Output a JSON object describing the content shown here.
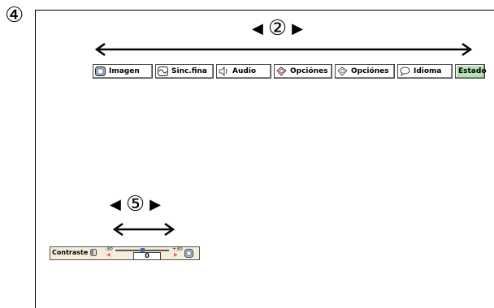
{
  "step_marker": "④",
  "menu_nav": {
    "left": "◀",
    "number": "②",
    "right": "▶"
  },
  "slider_nav": {
    "left": "◀",
    "number": "⑤",
    "right": "▶"
  },
  "menu_tabs": [
    {
      "label": "Imagen",
      "icon": "picture-icon"
    },
    {
      "label": "Sinc.fina",
      "icon": "sync-wave-icon"
    },
    {
      "label": "Audio",
      "icon": "speaker-icon"
    },
    {
      "label": "Opciónes",
      "icon": "options-icon"
    },
    {
      "label": "Opciónes",
      "icon": "options-icon"
    },
    {
      "label": "Idioma",
      "icon": "speech-bubble-icon"
    },
    {
      "label": "Estado",
      "icon": ""
    }
  ],
  "active_tab": "Estado",
  "active_color": "#b4e3b4",
  "slider": {
    "label": "Contraste",
    "min_label": "-30",
    "max_label": "+30",
    "value": "0"
  }
}
